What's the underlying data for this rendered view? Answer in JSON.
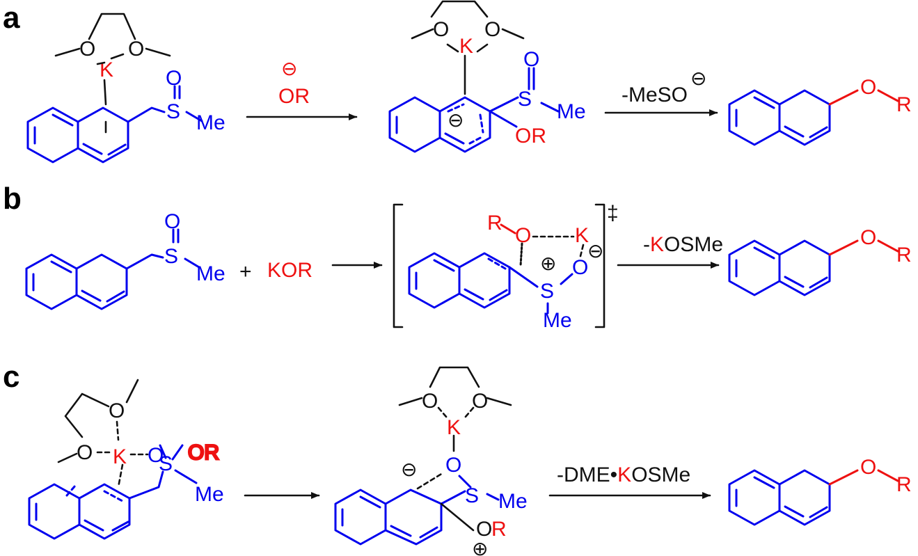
{
  "colors": {
    "scaffold": "#0000ee",
    "reagent": "#ee1111",
    "ink": "#111111"
  },
  "panels": {
    "a": {
      "label": "a",
      "reagent_top": "⊖",
      "reagent": "OR",
      "byproduct": "-MeSO",
      "byproduct_charge": "⊖"
    },
    "b": {
      "label": "b",
      "plus": "+",
      "reagent": "KOR",
      "ts_mark": "‡",
      "byproduct_prefix": "-",
      "byproduct_k": "K",
      "byproduct_rest": "OSMe"
    },
    "c": {
      "label": "c",
      "byproduct_prefix": "-DME•",
      "byproduct_k": "K",
      "byproduct_rest": "OSMe"
    }
  },
  "atoms": {
    "O": "O",
    "K": "K",
    "S": "S",
    "Me": "Me",
    "R": "R",
    "OR": "OR",
    "neg": "⊖",
    "pos": "⊕"
  }
}
